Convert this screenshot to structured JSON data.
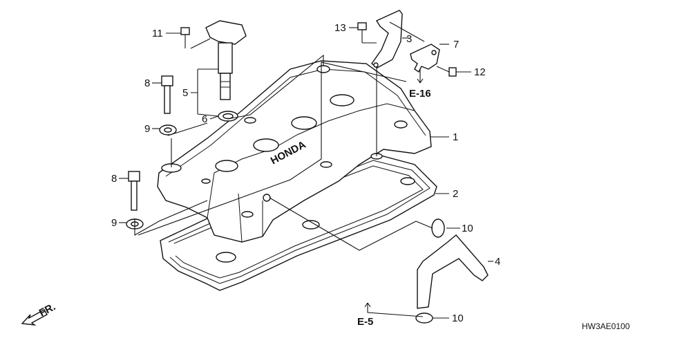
{
  "diagram": {
    "code": "HW3AE0100",
    "front_mark": "FR.",
    "cover_brand": "HONDA",
    "ref_e16": "E-16",
    "ref_e5": "E-5",
    "callouts": {
      "c1": "1",
      "c2": "2",
      "c3": "3",
      "c4": "4",
      "c5": "5",
      "c6": "6",
      "c7": "7",
      "c8a": "8",
      "c8b": "8",
      "c9a": "9",
      "c9b": "9",
      "c10a": "10",
      "c10b": "10",
      "c11": "11",
      "c12": "12",
      "c13": "13"
    }
  }
}
